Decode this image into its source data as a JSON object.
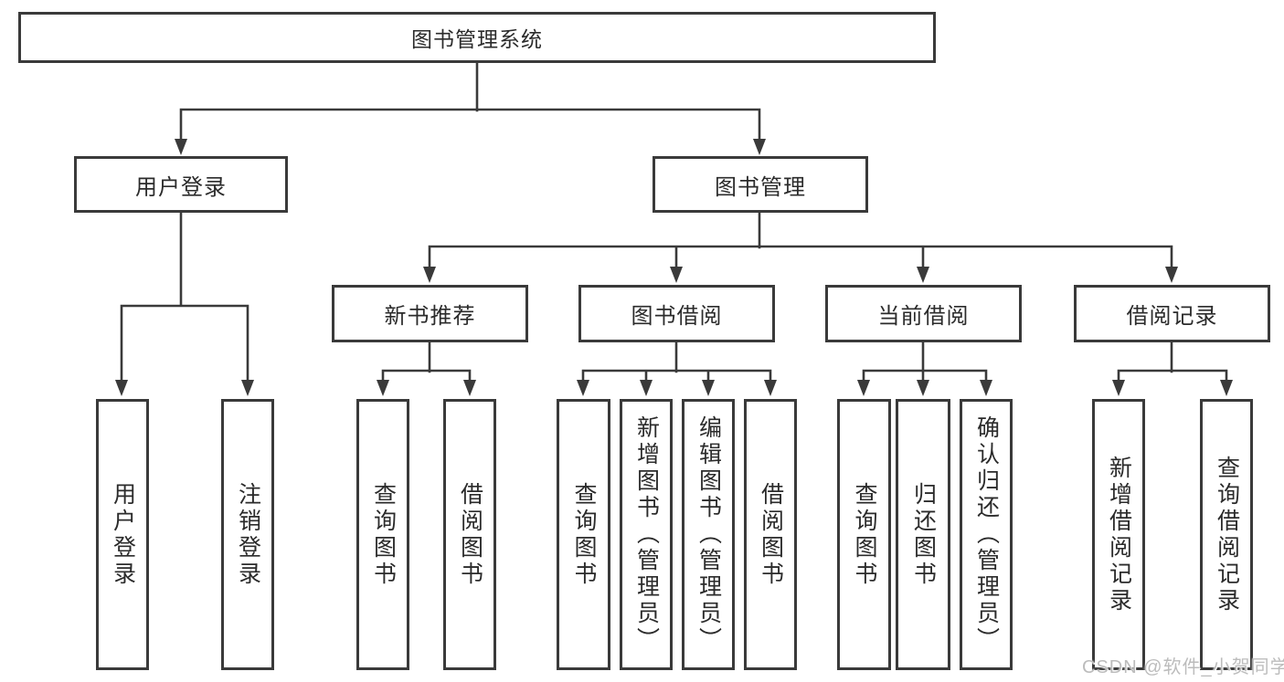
{
  "diagram": {
    "title": "图书管理系统",
    "nodes": {
      "root": {
        "label": "图书管理系统"
      },
      "level2": [
        {
          "label": "用户登录"
        },
        {
          "label": "图书管理"
        }
      ],
      "level3": [
        {
          "label": "新书推荐",
          "parent": "图书管理"
        },
        {
          "label": "图书借阅",
          "parent": "图书管理"
        },
        {
          "label": "当前借阅",
          "parent": "图书管理"
        },
        {
          "label": "借阅记录",
          "parent": "图书管理"
        }
      ],
      "leaves": [
        {
          "label": "用户登录",
          "parent": "用户登录"
        },
        {
          "label": "注销登录",
          "parent": "用户登录"
        },
        {
          "label": "查询图书",
          "parent": "新书推荐"
        },
        {
          "label": "借阅图书",
          "parent": "新书推荐"
        },
        {
          "label": "查询图书",
          "parent": "图书借阅"
        },
        {
          "label": "新增图书（管理员）",
          "parent": "图书借阅"
        },
        {
          "label": "编辑图书（管理员）",
          "parent": "图书借阅"
        },
        {
          "label": "借阅图书",
          "parent": "图书借阅"
        },
        {
          "label": "查询图书",
          "parent": "当前借阅"
        },
        {
          "label": "归还图书",
          "parent": "当前借阅"
        },
        {
          "label": "确认归还（管理员）",
          "parent": "当前借阅"
        },
        {
          "label": "新增借阅记录",
          "parent": "借阅记录"
        },
        {
          "label": "查询借阅记录",
          "parent": "借阅记录"
        }
      ]
    },
    "watermark": {
      "text": "CSDN @软件_小贺同学"
    },
    "colors": {
      "line": "#3a3a3a",
      "box_border": "#3a3a3a",
      "text": "#2b2b2b",
      "background": "#ffffff",
      "watermark": "#bcbcbc"
    }
  }
}
